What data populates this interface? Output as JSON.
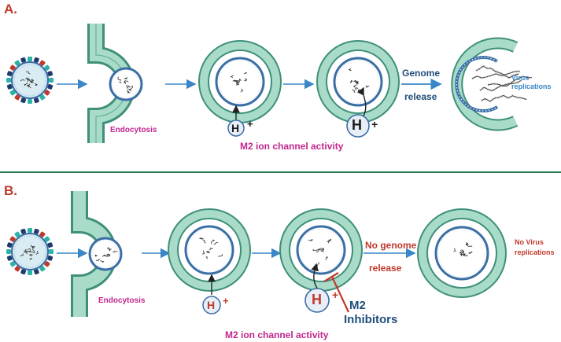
{
  "panel_a": {
    "letter": "A.",
    "endocytosis": "Endocytosis",
    "h_label_1": "H",
    "plus_1": "+",
    "h_label_2": "H",
    "plus_2": "+",
    "genome_line1": "Genome",
    "genome_line2": "release",
    "result_line1": "Virus",
    "result_line2": "replications",
    "m2_activity": "M2 ion channel activity"
  },
  "panel_b": {
    "letter": "B.",
    "endocytosis": "Endocytosis",
    "h_label_1": "H",
    "plus_1": "+",
    "h_label_2": "H",
    "plus_2": "+",
    "genome_line1": "No genome",
    "genome_line2": "release",
    "result_line1": "No Virus",
    "result_line2": "replications",
    "inhibitor_line1": "M2",
    "inhibitor_line2": "Inhibitors",
    "m2_activity": "M2 ion channel activity"
  },
  "colors": {
    "membrane_fill": "#a8dcc8",
    "membrane_stroke": "#3f8f7a",
    "virion_ring": "#3b6ea5",
    "arrow_blue": "#3a86c8",
    "divider": "#2e7d4f",
    "label_magenta": "#c2268f",
    "label_red": "#c0392b",
    "label_navy": "#1f4e79"
  },
  "icons": [
    "virus-particle-icon",
    "endosome-icon",
    "proton-icon",
    "inhibition-bar-icon"
  ]
}
